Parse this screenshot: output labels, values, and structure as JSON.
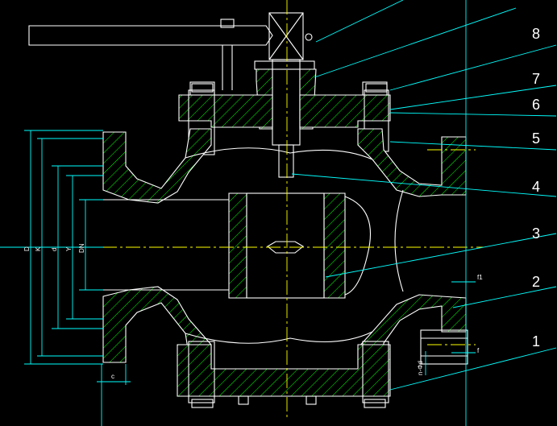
{
  "drawing": {
    "balloons": [
      "8",
      "7",
      "6",
      "5",
      "4",
      "3",
      "2",
      "1"
    ],
    "dimensions": {
      "D": "D",
      "K": "K",
      "d": "d",
      "Y": "Y",
      "DN": "DN",
      "c": "c",
      "f1": "f1",
      "f": "f",
      "bolt": "n-Φd"
    },
    "colors": {
      "background": "#000000",
      "outline": "#ffffff",
      "hatch": "#00ff00",
      "leader": "#00ffff",
      "centerline": "#ffff00"
    }
  }
}
